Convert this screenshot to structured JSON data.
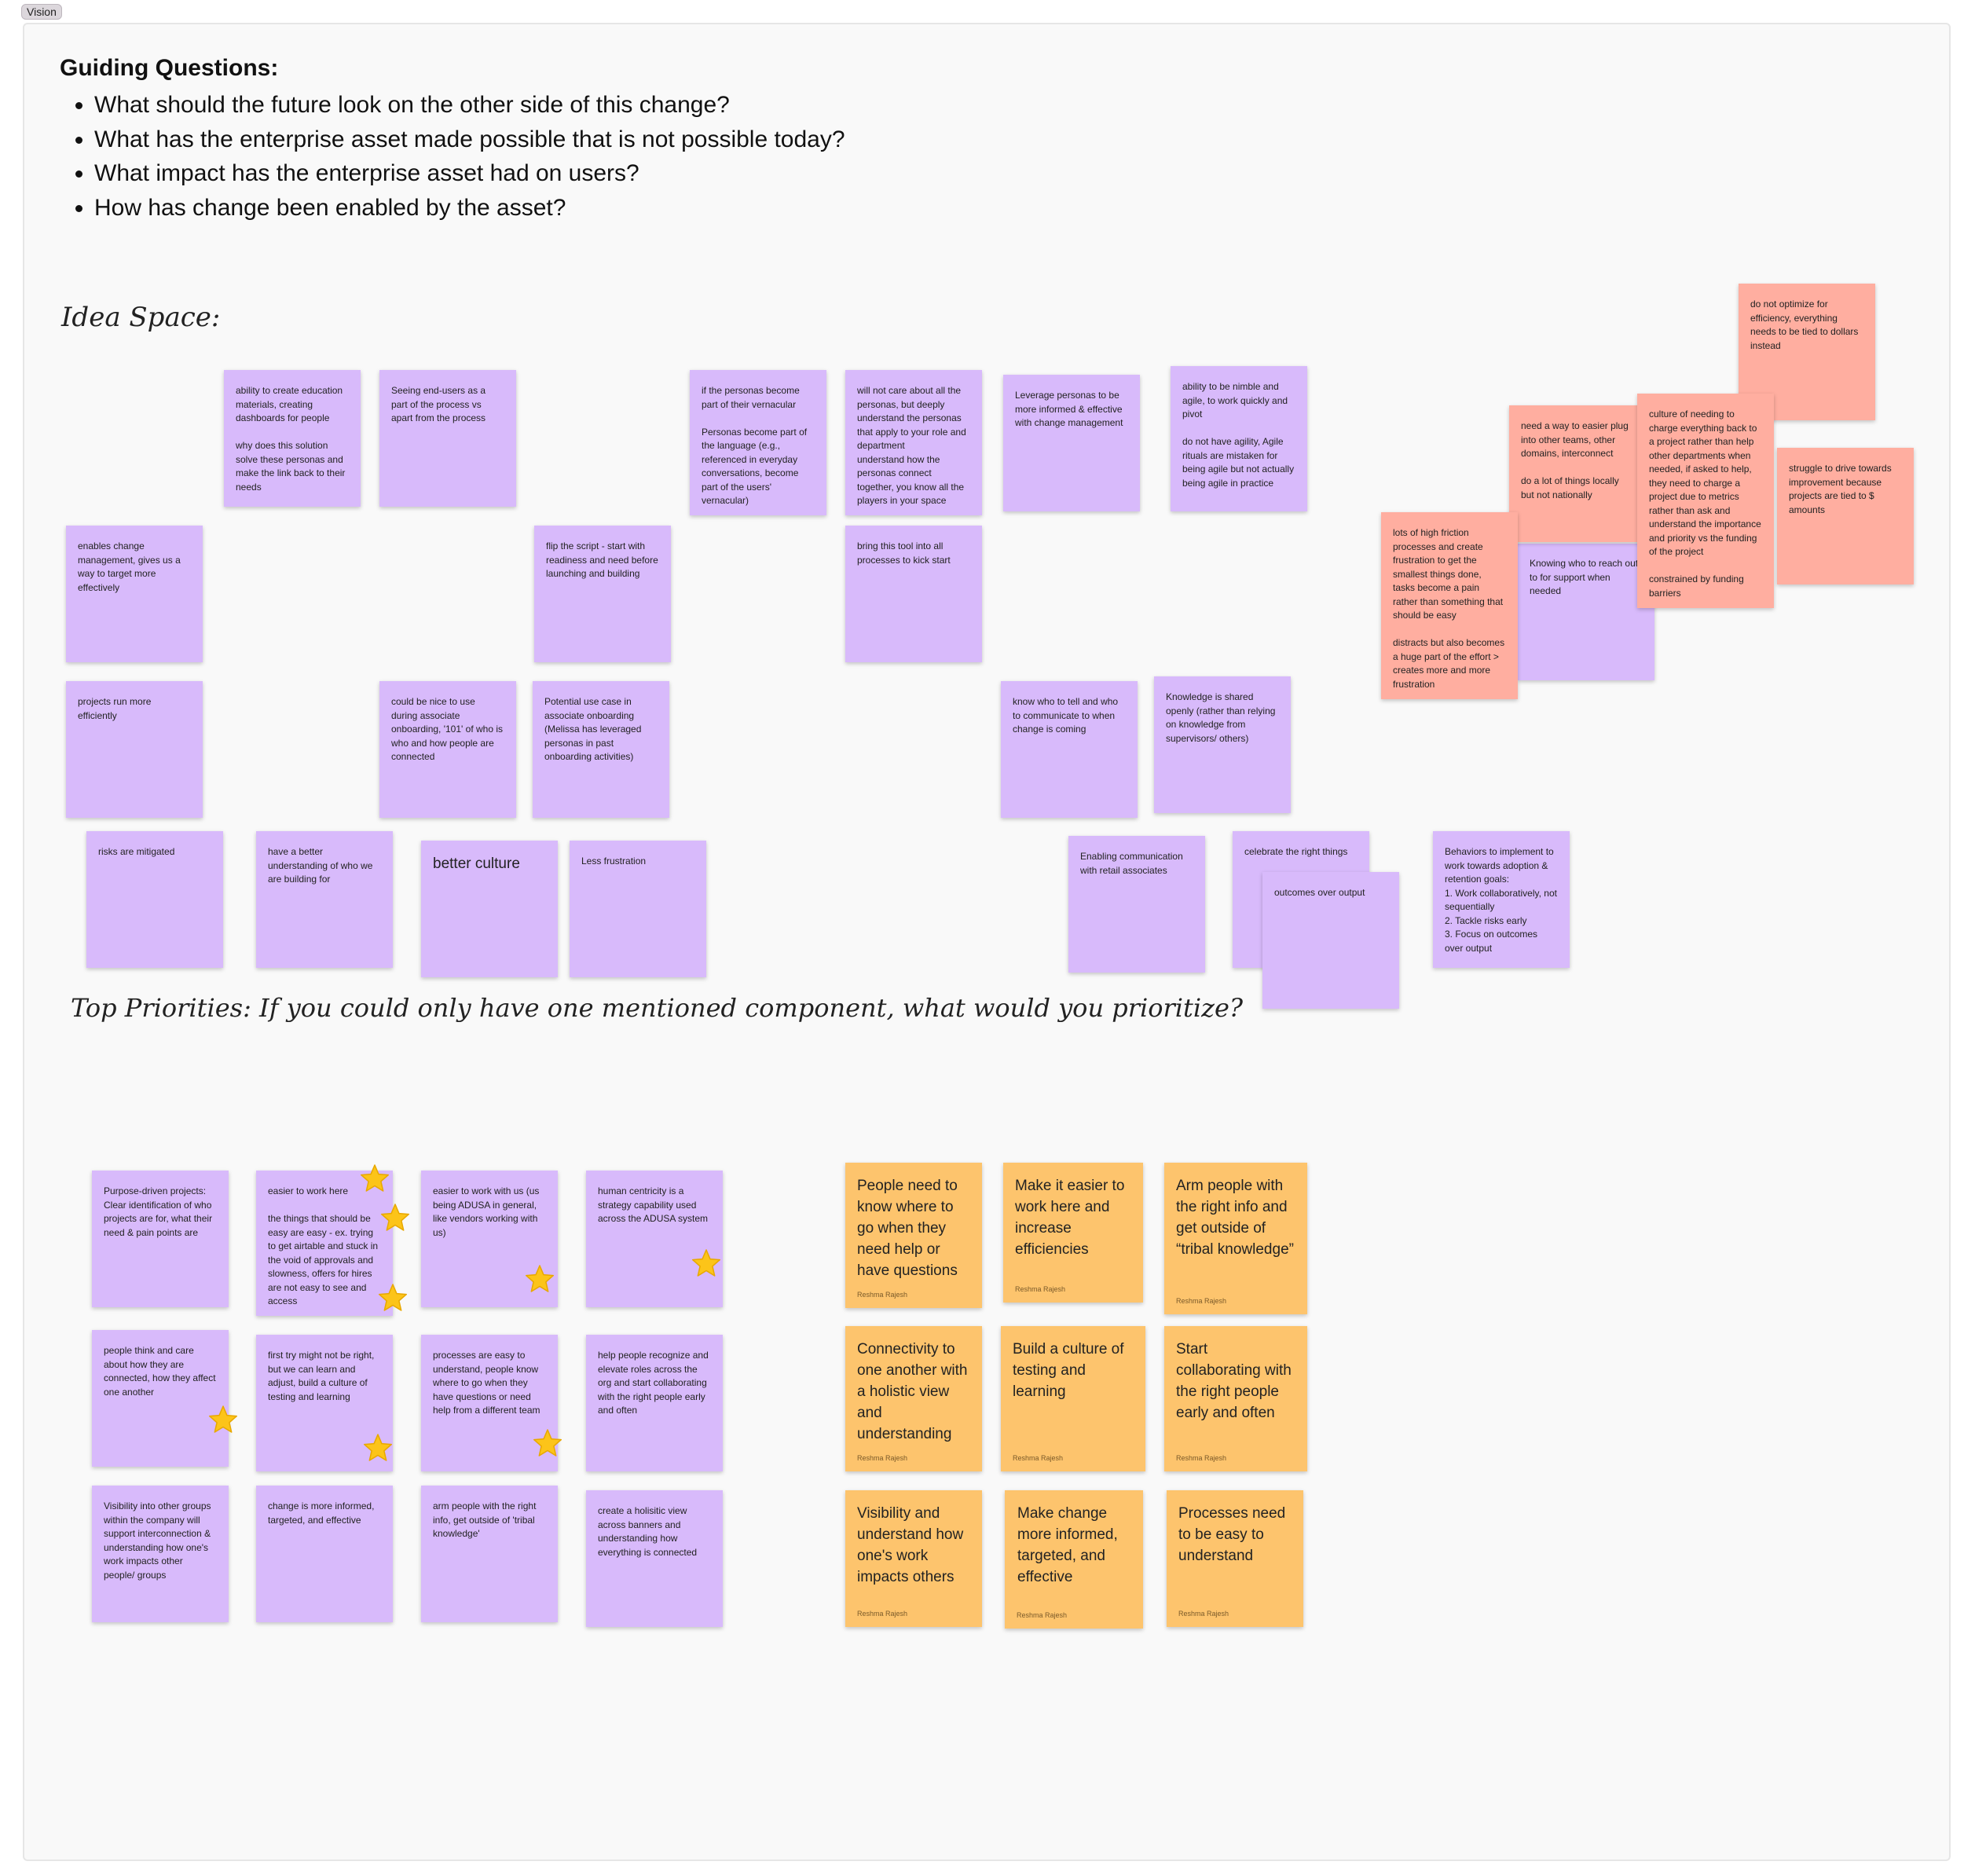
{
  "frame": {
    "label": "Vision"
  },
  "guiding": {
    "heading": "Guiding Questions:",
    "items": [
      "What should the future look on the other side of this change?",
      "What has the enterprise asset made possible that is not possible today?",
      "What impact has the enterprise asset had on users?",
      "How has change been enabled by the asset?"
    ]
  },
  "idea_space": {
    "title": "Idea Space:",
    "notes": [
      "ability to create education materials, creating dashboards for people\n\nwhy does this solution solve these personas and make the link back to their needs",
      "Seeing end-users as a part of the process vs apart from the process",
      "if the personas become part of their vernacular\n\nPersonas become part of the language (e.g., referenced in everyday conversations, become part of the users' vernacular)",
      "will not care about all the personas, but deeply understand the personas that apply to your role and department\nunderstand how the personas connect together, you know all the players in your space",
      "Leverage personas to be more informed & effective with change management",
      "ability to be nimble and agile, to work quickly and pivot\n\ndo not have agility, Agile rituals are mistaken for being agile but not actually being agile in practice",
      "enables change management, gives us a way to target more effectively",
      "flip the script - start with readiness and need before launching and building",
      "bring this tool into all processes to kick start",
      "projects run more efficiently",
      "could be nice to use during associate onboarding, '101' of who is who and how people are connected",
      "Potential use case in associate onboarding (Melissa has leveraged personas in past onboarding activities)",
      "know who to tell and who to communicate to when change is coming",
      "Knowledge is shared openly (rather than relying on knowledge from supervisors/ others)",
      "risks are mitigated",
      "have a better understanding of who we are building for",
      "better culture",
      "Less frustration",
      "Enabling communication with retail associates",
      "celebrate the right things",
      "outcomes over output",
      "Behaviors to implement to work towards adoption & retention goals:\n1. Work collaboratively, not sequentially\n  2. Tackle risks early\n  3. Focus on outcomes\n      over output",
      "Knowing who to reach out to for support when needed",
      "do not optimize for efficiency, everything needs to be tied to dollars instead",
      "need a way to easier plug into other teams, other domains, interconnect\n\ndo a lot of things locally but not nationally",
      "culture of needing to charge everything back to a project rather than help other departments when needed, if asked to help, they need to charge a project due to metrics rather than ask and understand the importance and priority vs the funding of the project\n\nconstrained by funding barriers",
      "struggle to drive towards improvement because projects are tied to $ amounts",
      "lots of high friction processes and create frustration to get the smallest things done, tasks become a pain rather than something that should be easy\n\ndistracts but also becomes a huge part of the effort > creates more and more frustration"
    ]
  },
  "priorities": {
    "title": "Top Priorities: If you could only have one mentioned component, what would you prioritize?",
    "notes": [
      "Purpose-driven projects: Clear identification of who projects are for, what their need & pain points are",
      "easier to work here\n\nthe things that should be easy are easy - ex. trying to get airtable and stuck in the void of approvals and slowness, offers for hires are not easy to see and access",
      "easier to work with us (us being ADUSA in general, like vendors working with us)",
      "human centricity is a strategy capability used across the ADUSA system",
      "people think and care about how they are connected, how they affect one another",
      "first try might not be right, but we can learn and adjust, build a culture of testing and learning",
      "processes are easy to understand, people know where to go when they have questions or need help from a different team",
      "help people recognize and elevate roles across the org and start collaborating with the right people early and often",
      "Visibility into other groups within the company will support interconnection & understanding how one's work impacts other people/ groups",
      "change is more informed, targeted, and effective",
      "arm people with the right info, get outside of 'tribal knowledge'",
      "create a holisitic view across banners and understanding how everything is connected"
    ],
    "summary": [
      "People need to know where to go when they need help or have questions",
      "Make it easier to work here and increase efficiencies",
      "Arm people with the right info and get outside of “tribal knowledge”",
      "Connectivity to one another with a holistic view and understanding",
      "Build a culture of testing and learning",
      "Start collaborating with the right people early and often",
      "Visibility and understand how one's work impacts others",
      "Make change more informed, targeted, and effective",
      "Processes need to be easy to understand"
    ],
    "author": "Reshma Rajesh"
  },
  "colors": {
    "purple_note": "#d8bafb",
    "red_note": "#ffaea0",
    "orange_note": "#fdc46d",
    "star": "#fcc419"
  }
}
